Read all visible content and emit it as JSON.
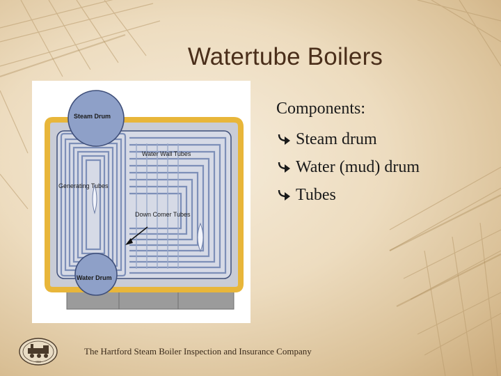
{
  "slide": {
    "title": "Watertube Boilers",
    "footer": "The Hartford Steam Boiler Inspection and Insurance Company"
  },
  "diagram": {
    "labels": {
      "steam_drum": "Steam Drum",
      "water_wall_tubes": "Water Wall Tubes",
      "generating_tubes": "Generating Tubes",
      "down_comer_tubes": "Down Comer Tubes",
      "water_drum": "Water Drum"
    }
  },
  "bullets": {
    "heading": "Components:",
    "items": [
      "Steam drum",
      "Water (mud) drum",
      "Tubes"
    ],
    "icon": "curved-arrow-icon"
  },
  "logo": {
    "icon": "locomotive-seal-icon",
    "text": "1866"
  },
  "colors": {
    "title": "#4a2e1a",
    "background": "#eddcbf",
    "boiler_casing": "#e8b63a",
    "tubes": "#9aa9c9",
    "drum": "#8ea0c8"
  }
}
